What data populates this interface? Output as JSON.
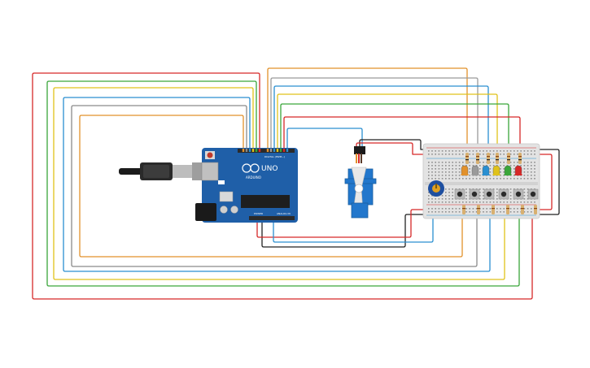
{
  "board": {
    "logo_text": "UNO",
    "brand_text": "ARDUINO",
    "digital_label": "DIGITAL (PWM~)",
    "power_label": "POWER",
    "analog_label": "ANALOG IN"
  },
  "colors": {
    "red": "#d62828",
    "green": "#3aa63a",
    "yellow": "#e0c21a",
    "blue": "#2a8fd1",
    "gray": "#8a8a8a",
    "orange": "#e2912b",
    "black": "#222222",
    "board": "#1f5fa8",
    "servo": "#2277cc",
    "pot": "#1e4fa0"
  },
  "leds": [
    "#e2912b",
    "#9a9a9a",
    "#2a8fd1",
    "#e0c21a",
    "#3aa63a",
    "#d62828"
  ]
}
